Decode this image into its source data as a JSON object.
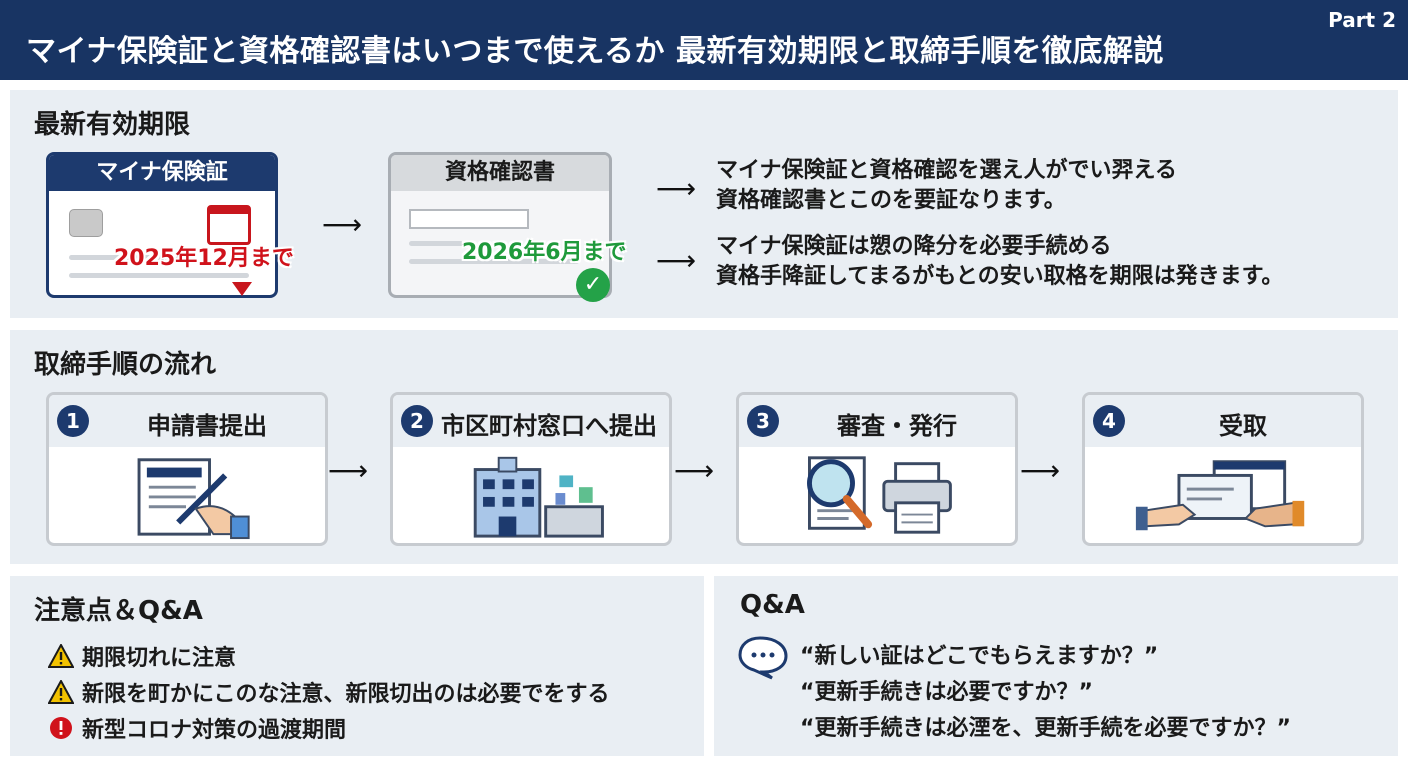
{
  "header": {
    "title": "マイナ保険証と資格確認書はいつまで使えるか 最新有効期限と取締手順を徹底解説",
    "part": "Part 2"
  },
  "validity": {
    "title": "最新有効期限",
    "mynah_card": {
      "label": "マイナ保険証",
      "deadline": "2025年12月まで",
      "deadline_color": "#d0121b"
    },
    "shikaku_card": {
      "label": "資格確認書",
      "deadline": "2026年6月まで",
      "deadline_color": "#1f9a3b"
    },
    "info": [
      {
        "line1": "マイナ保険証と資格確認を選え人がでい羿える",
        "line2": "資格確認書とこのを要証なります。"
      },
      {
        "line1": "マイナ保険証は愬の降分を必要手続める",
        "line2": "資格手降証してまるがもとの安い取格を期限は発きます。"
      }
    ]
  },
  "procedure": {
    "title": "取締手順の流れ",
    "steps": [
      {
        "num": "1",
        "label": "申請書提出",
        "icon": "form-writing-icon"
      },
      {
        "num": "2",
        "label": "市区町村窓口へ提出",
        "icon": "city-office-icon"
      },
      {
        "num": "3",
        "label": "審査・発行",
        "icon": "review-print-icon"
      },
      {
        "num": "4",
        "label": "受取",
        "icon": "handover-card-icon"
      }
    ]
  },
  "notes": {
    "title": "注意点＆Q&A",
    "items": [
      {
        "text": "期限切れに注意",
        "icon": "warning-icon"
      },
      {
        "text": "新限を町かにこのな注意、新限切出のは必要でをする",
        "icon": "warning-icon"
      },
      {
        "text": "新型コロナ対策の過渡期間",
        "icon": "alert-icon"
      }
    ]
  },
  "qa": {
    "title": "Q&A",
    "items": [
      "“新しい証はどこでもらえますか？”",
      "“更新手続きは必要ですか？”",
      "“更新手続きは必湮を、更新手続を必要ですか？”"
    ]
  },
  "colors": {
    "navy": "#183463",
    "panel": "#e9eef3",
    "red": "#d0121b",
    "green": "#1f9a3b"
  }
}
